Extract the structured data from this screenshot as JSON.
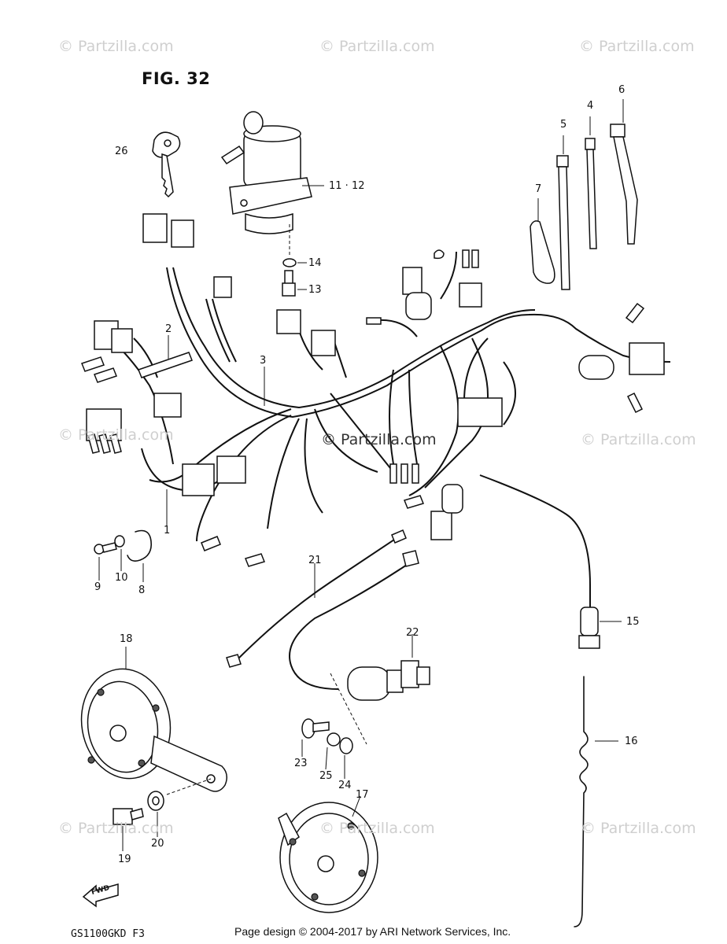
{
  "figure_title": "FIG. 32",
  "watermark": "© Partzilla.com",
  "fwd_label": "FWD",
  "footer_model": "GS1100GKD F3",
  "footer_copyright": "Page design © 2004-2017 by ARI Network Services, Inc.",
  "callouts": {
    "c1": "1",
    "c2": "2",
    "c3": "3",
    "c4": "4",
    "c5": "5",
    "c6": "6",
    "c7": "7",
    "c8": "8",
    "c9": "9",
    "c10": "10",
    "c1112": "11 · 12",
    "c13": "13",
    "c14": "14",
    "c15": "15",
    "c16": "16",
    "c17": "17",
    "c18": "18",
    "c19": "19",
    "c20": "20",
    "c21": "21",
    "c22": "22",
    "c23": "23",
    "c24": "24",
    "c25": "25",
    "c26": "26"
  }
}
